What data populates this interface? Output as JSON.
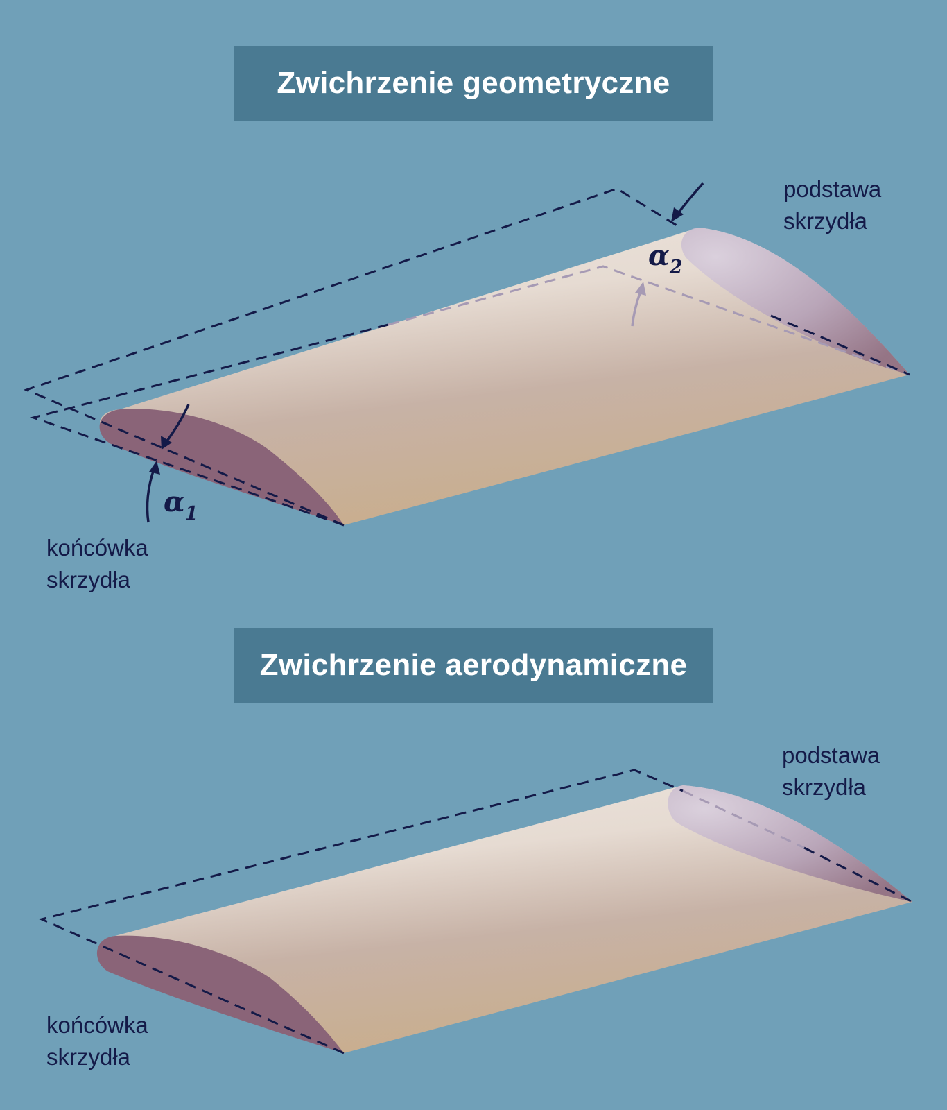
{
  "colors": {
    "background": "#70a0b8",
    "title_box": "#4a7a92",
    "title_text": "#ffffff",
    "label_text": "#141a48",
    "wing_light": "#ece4dd",
    "wing_tan": "#c9ae90",
    "airfoil_section": "#8a6478",
    "dashed_lines": "#141a48"
  },
  "geometric": {
    "title": "Zwichrzenie geometryczne",
    "root_label_line1": "podstawa",
    "root_label_line2": "skrzydła",
    "tip_label_line1": "końcówka",
    "tip_label_line2": "skrzydła",
    "angle_tip_symbol": "α",
    "angle_tip_index": "1",
    "angle_root_symbol": "α",
    "angle_root_index": "2"
  },
  "aerodynamic": {
    "title": "Zwichrzenie aerodynamiczne",
    "root_label_line1": "podstawa",
    "root_label_line2": "skrzydła",
    "tip_label_line1": "końcówka",
    "tip_label_line2": "skrzydła"
  }
}
